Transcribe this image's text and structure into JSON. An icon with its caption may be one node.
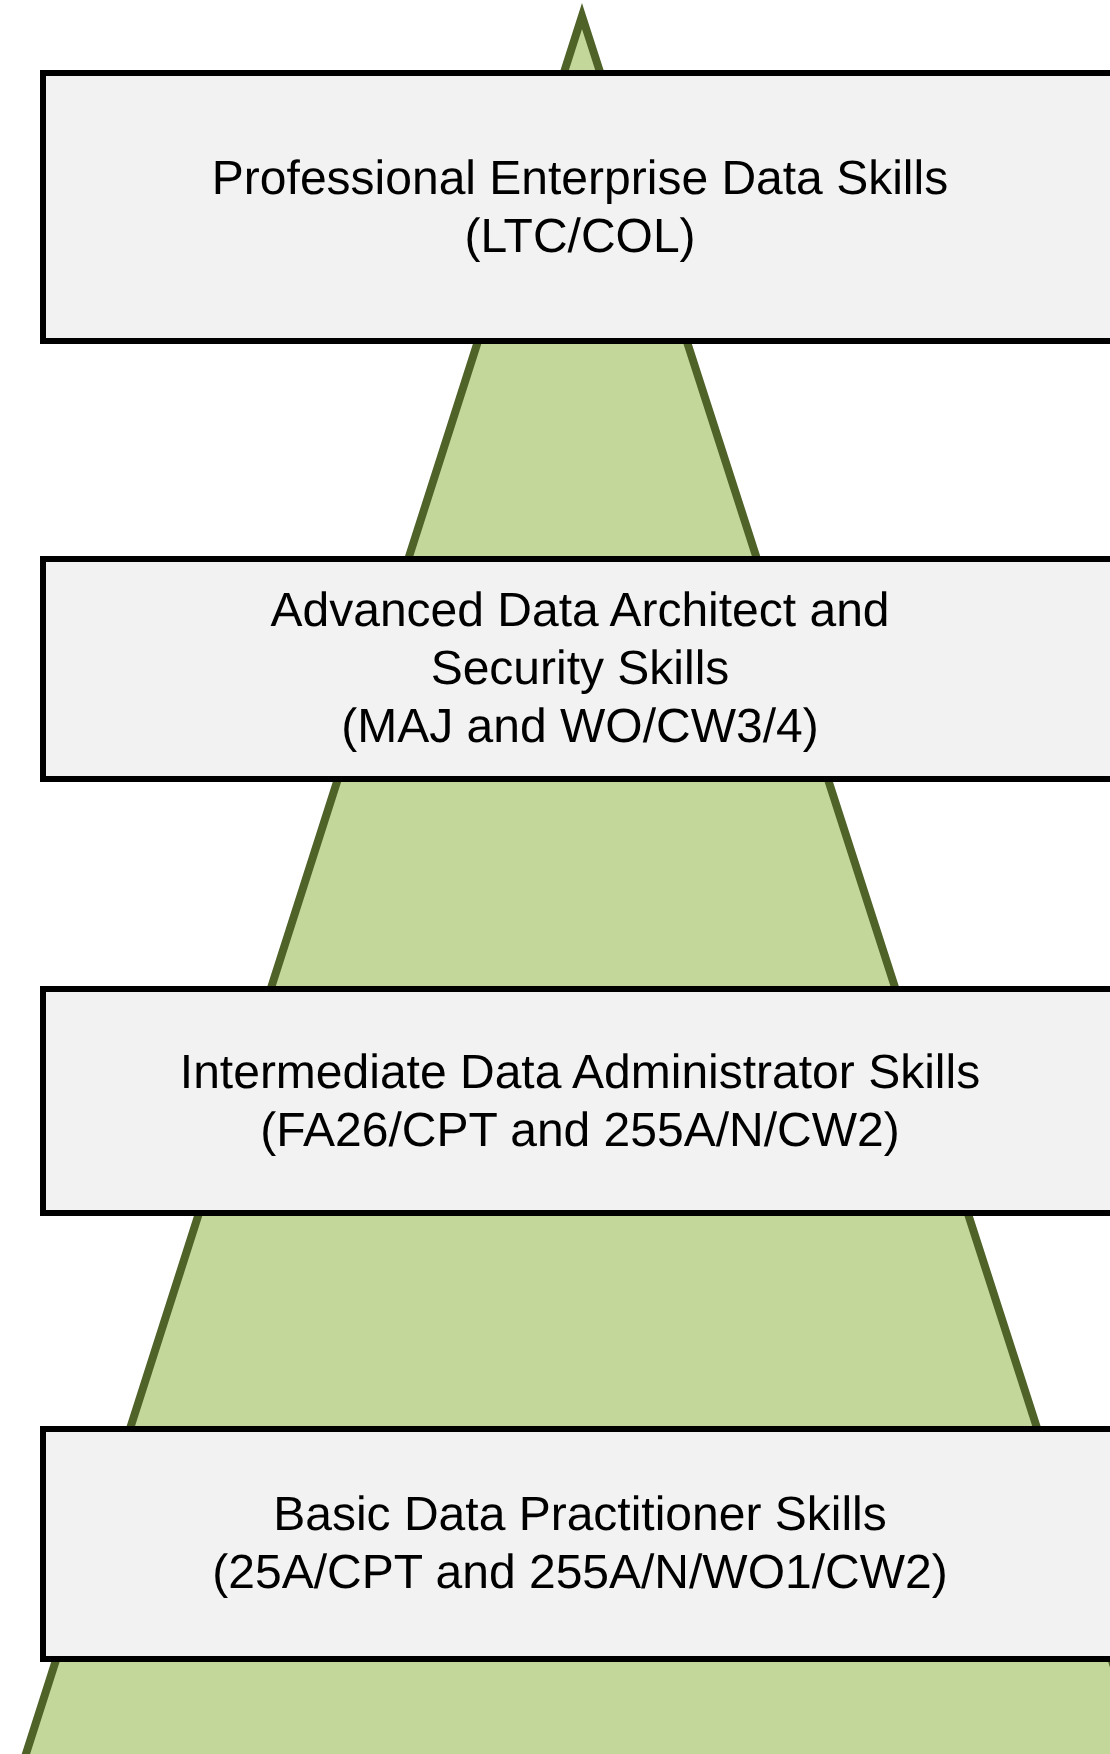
{
  "diagram": {
    "nodes": [
      {
        "text": [
          "Professional Enterprise Data Skills",
          "(LTC/COL)"
        ]
      },
      {
        "text": [
          "Advanced Data Architect and Security Skills",
          "(MAJ and WO/CW3/4)"
        ]
      },
      {
        "text": [
          "Intermediate Data Administrator Skills",
          "(FA26/CPT and 255A/N/CW2)"
        ]
      },
      {
        "text": [
          "Basic Data Practitioner Skills",
          "(25A/CPT and 255A/N/WO1/CW2)"
        ]
      }
    ],
    "edges": []
  }
}
